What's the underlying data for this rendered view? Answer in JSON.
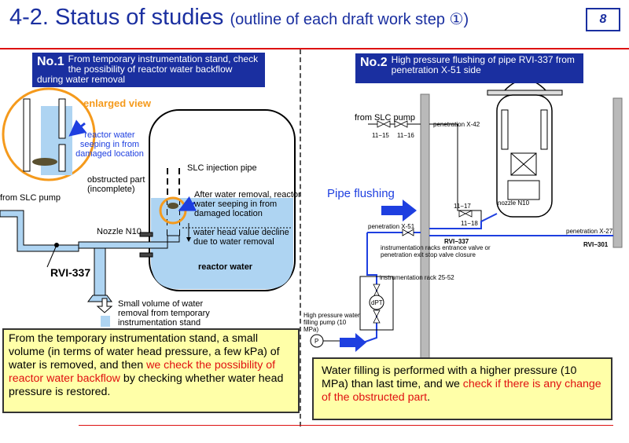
{
  "header": {
    "title": "4-2. Status of studies",
    "subtitle": "(outline of each draft work step ①)",
    "page_number": "8"
  },
  "left": {
    "box_number": "No.1",
    "box_text": "From temporary instrumentation stand, check the possibility of reactor water backflow during water removal",
    "enlarged_view": "enlarged view",
    "seeping_note": "reactor water seeping in from damaged location",
    "slc_injection_pipe": "SLC injection pipe",
    "obstructed_part": "obstructed part (incomplete)",
    "after_removal": "After water removal, reactor water seeping in from damaged location",
    "from_slc_pump": "from SLC pump",
    "nozzle": "Nozzle N10",
    "water_head": "water head value decline due to water removal",
    "reactor_water": "reactor water",
    "rvi": "RVI-337",
    "small_volume": "Small volume of water removal from temporary instrumentation stand",
    "note": {
      "t1": "From the temporary instrumentation stand, a small volume (in terms of water head pressure, a few kPa) of water is removed, and then ",
      "t2": "we check the possibility of reactor water backflow",
      "t3": " by checking whether water head pressure is restored."
    }
  },
  "right": {
    "box_number": "No.2",
    "box_text": "High pressure flushing of pipe RVI-337 from penetration X-51 side",
    "from_slc_pump": "from SLC pump",
    "v1115": "11−15",
    "v1116": "11−16",
    "pen_x42": "penetration X-42",
    "pipe_flushing": "Pipe flushing",
    "v1117": "11−17",
    "v1118": "11−18",
    "nozzle_n10": "nozzle N10",
    "pen_x51": "penetration X-51",
    "rvi337": "RVI−337",
    "pen_x27": "penetration X-27",
    "rvi301": "RVI−301",
    "racks_valve": "instrumentation racks entrance valve or penetration exit stop valve closure",
    "rack": "instrumentation rack 25-52",
    "dpt": "dPT",
    "hp_pump": "High pressure water filling pump (10 MPa)",
    "p": "P",
    "note": {
      "t1": "Water filling is performed with a higher pressure (10 MPa) than last time, and we ",
      "t2": "check if there is any change of the obstructed part",
      "t3": "."
    }
  },
  "colors": {
    "title_blue": "#1a2fa0",
    "water_blue": "#aed4f2",
    "pipe_blue": "#1e3fe0",
    "accent_orange": "#f59a1c",
    "note_yellow": "#ffffa8",
    "red": "#e01010"
  }
}
